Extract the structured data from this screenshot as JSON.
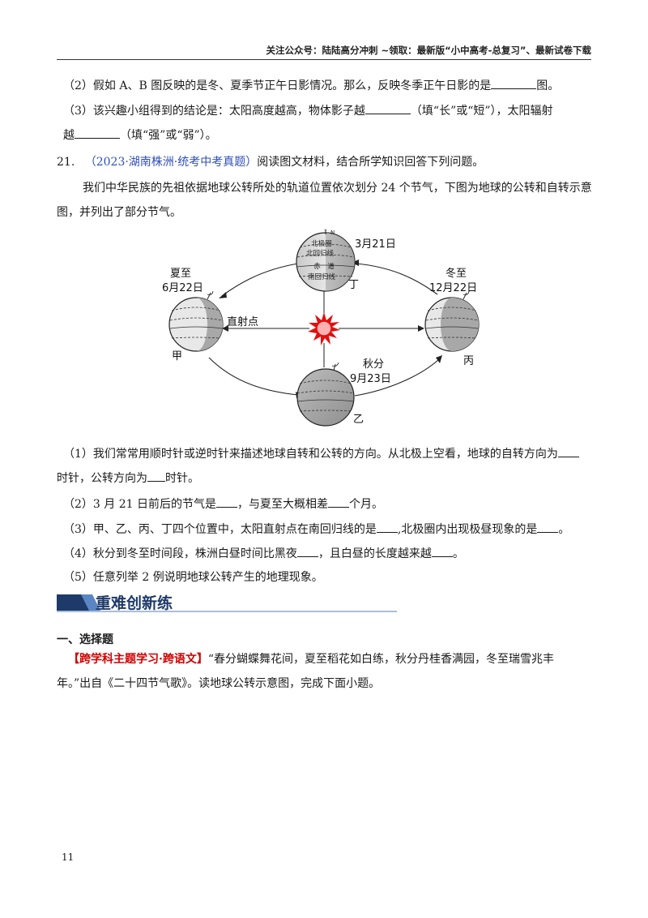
{
  "header": {
    "text": "关注公众号：陆陆高分冲刺 ~领取：最新版“小中高考-总复习”、最新试卷下载"
  },
  "q20": {
    "p2_a": "（2）假如 A、B 图反映的是冬、夏季节正午日影情况。那么，反映冬季正午日影的是",
    "p2_b": "图。",
    "p3_a": "（3）该兴趣小组得到的结论是：太阳高度越高，物体影子越",
    "p3_b": "（填“长”或“短”），太阳辐射",
    "p3_c": "越",
    "p3_d": "（填“强”或“弱”）。"
  },
  "q21": {
    "number": "21.",
    "source": "（2023·湖南株洲·统考中考真题）",
    "prompt": "阅读图文材料，结合所学知识回答下列问题。",
    "intro_1": "我们中华民族的先祖依据地球公转所处的轨道位置依次划分 24 个节气，下图为地球的公转和自转示意",
    "intro_2": "图，并列出了部分节气。",
    "sub1_a": "（1）我们常常用顺时针或逆时针来描述地球自转和公转的方向。从北极上空看，地球的自转方向为",
    "sub1_b": "时针，公转方向为",
    "sub1_c": "时针。",
    "sub2_a": "（2）3 月 21 日前后的节气是",
    "sub2_b": "，与夏至大概相差",
    "sub2_c": "个月。",
    "sub3_a": "（3）甲、乙、丙、丁四个位置中，太阳直射点在南回归线的是",
    "sub3_b": ",北极圈内出现极昼现象的是",
    "sub3_c": "。",
    "sub4_a": "（4）秋分到冬至时间段，株洲白昼时间比黑夜",
    "sub4_b": "，且白昼的长度越来越",
    "sub4_c": "。",
    "sub5": "（5）任意列举 2 例说明地球公转产生的地理现象。"
  },
  "diagram": {
    "top_date": "3月21日",
    "top_pos": "丁",
    "lat_labels": [
      "北极圈",
      "北回归线",
      "赤　道",
      "南回归线"
    ],
    "left_term": "夏至",
    "left_date": "6月22日",
    "left_pos": "甲",
    "subsolar": "直射点",
    "right_term": "冬至",
    "right_date": "12月22日",
    "right_pos": "丙",
    "bottom_term": "秋分",
    "bottom_date": "9月23日",
    "bottom_pos": "乙",
    "axis_label": "N"
  },
  "section": {
    "banner": "重难创新练",
    "heading": "一、选择题",
    "tag": "【跨学科主题学习·跨语文】",
    "text_1": "“春分蝴蝶舞花间，夏至稻花如白练，秋分丹桂香满园，冬至瑞雪兆丰",
    "text_2": "年。”出自《二十四节气歌》。读地球公转示意图，完成下面小题。"
  },
  "page_number": "11",
  "colors": {
    "source_blue": "#2f4fb8",
    "tag_red": "#d10000",
    "banner_navy": "#1e3a68",
    "sun_red": "#e01010"
  }
}
